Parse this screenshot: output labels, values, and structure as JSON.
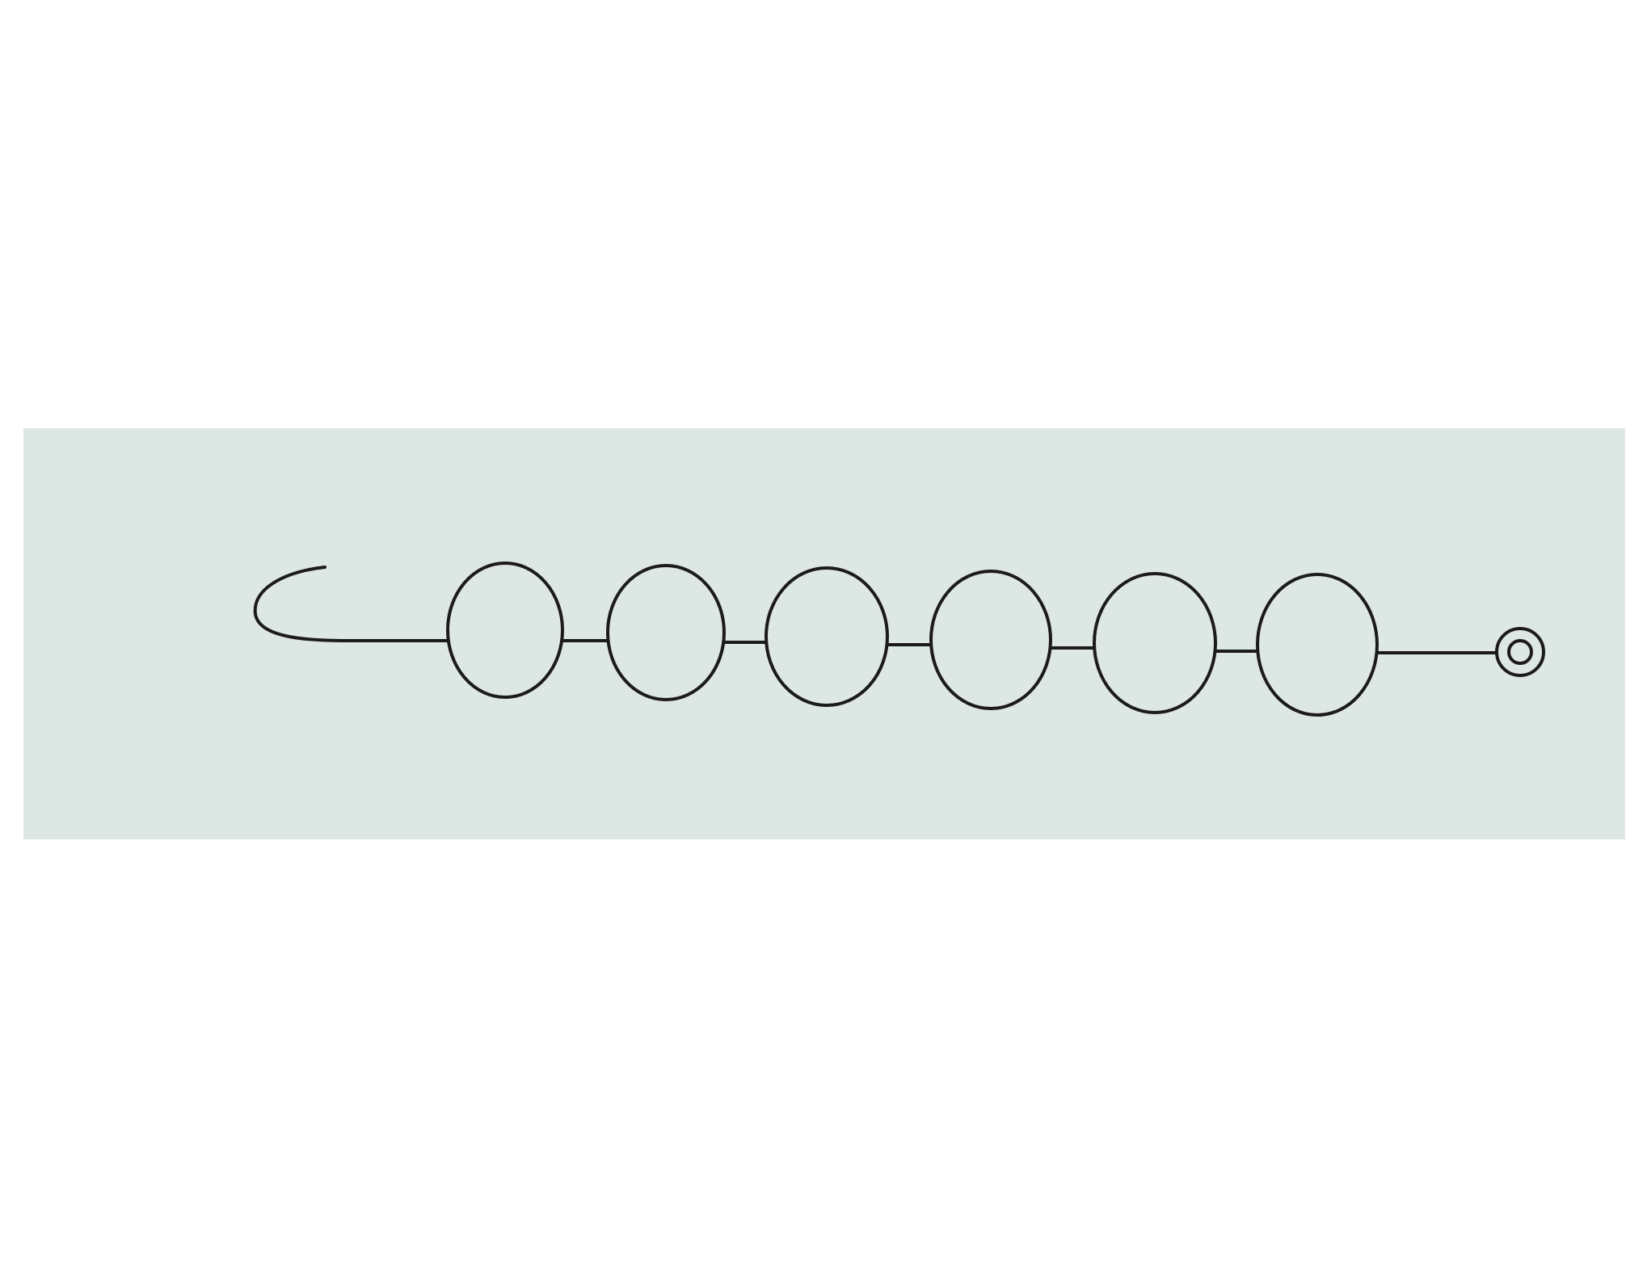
{
  "colors": {
    "page_background": "#ffffff",
    "panel_background": "#dde7e4",
    "stroke": "#1b1b1b"
  },
  "diagram": {
    "bead_count": 6,
    "elements": [
      "hook-end",
      "bead",
      "bead",
      "bead",
      "bead",
      "bead",
      "bead",
      "ring-end"
    ]
  }
}
